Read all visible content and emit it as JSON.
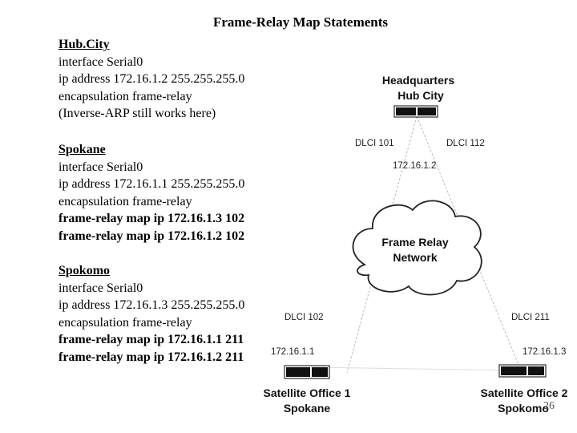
{
  "title": "Frame-Relay Map Statements",
  "sections": {
    "hub": {
      "header": "Hub.City",
      "lines": [
        "interface Serial0",
        "ip address 172.16.1.2  255.255.255.0",
        "encapsulation frame-relay",
        "(Inverse-ARP still works here)"
      ]
    },
    "spokane": {
      "header": "Spokane",
      "lines": [
        "interface Serial0",
        "ip address 172.16.1.1  255.255.255.0",
        "encapsulation frame-relay"
      ],
      "bold_lines": [
        "frame-relay map ip 172.16.1.3 102",
        "frame-relay map ip 172.16.1.2 102"
      ]
    },
    "spokomo": {
      "header": "Spokomo",
      "lines": [
        "interface Serial0",
        "ip address 172.16.1.3  255.255.255.0",
        "encapsulation frame-relay"
      ],
      "bold_lines": [
        "frame-relay map ip 172.16.1.1 211",
        "frame-relay map ip 172.16.1.2 211"
      ]
    }
  },
  "diagram": {
    "hq": {
      "line1": "Headquarters",
      "line2": "Hub City",
      "ip": "172.16.1.2",
      "dlci_left": "DLCI 101",
      "dlci_right": "DLCI 112"
    },
    "cloud": {
      "line1": "Frame Relay",
      "line2": "Network"
    },
    "sat1": {
      "line1": "Satellite Office 1",
      "line2": "Spokane",
      "ip": "172.16.1.1",
      "dlci": "DLCI 102"
    },
    "sat2": {
      "line1": "Satellite Office 2",
      "line2": "Spokomo",
      "ip": "172.16.1.3",
      "dlci": "DLCI 211"
    }
  },
  "page_number": "26"
}
